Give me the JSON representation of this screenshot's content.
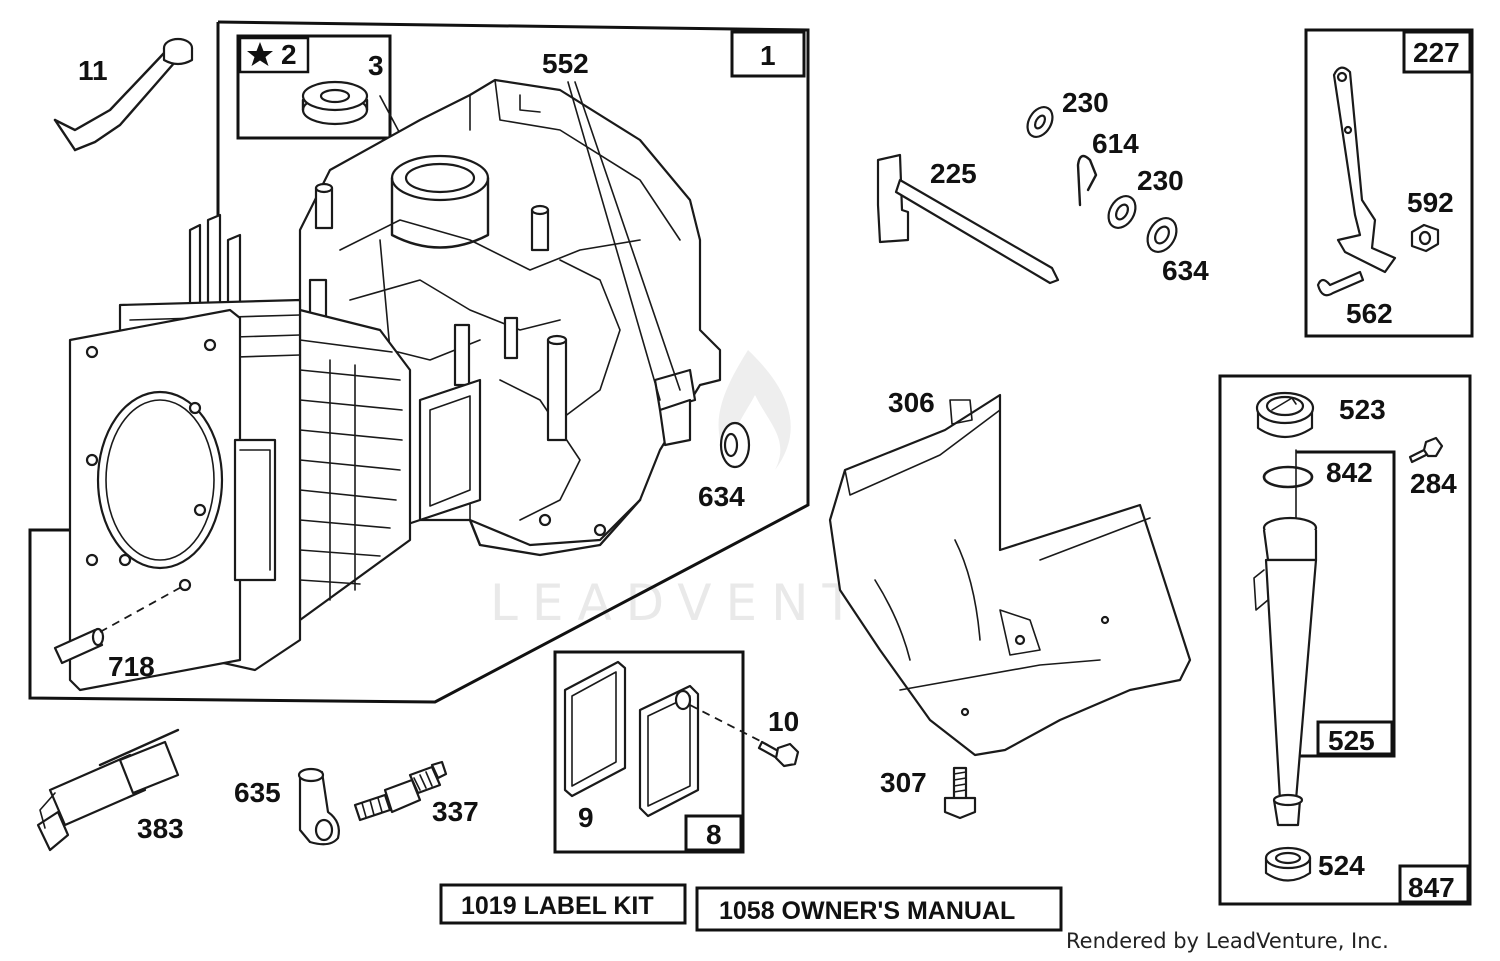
{
  "watermark": {
    "text": "LEADVENTURE"
  },
  "credit": {
    "text": "Rendered by LeadVenture, Inc."
  },
  "boxes": {
    "cylinder_assembly": "1",
    "gasket_set": "2",
    "lever_assembly": "227",
    "gasket_kit": "8",
    "dipstick_tube": "525",
    "dipstick_assembly": "847"
  },
  "kits": {
    "label_kit": "1019 LABEL KIT",
    "owners_manual": "1058 OWNER'S MANUAL"
  },
  "callouts": {
    "c11": "11",
    "c3": "3",
    "c552": "552",
    "c634a": "634",
    "c718": "718",
    "c230a": "230",
    "c614": "614",
    "c225": "225",
    "c230b": "230",
    "c634b": "634",
    "c592": "592",
    "c562": "562",
    "c306": "306",
    "c523": "523",
    "c842": "842",
    "c284": "284",
    "c9": "9",
    "c10": "10",
    "c383": "383",
    "c635": "635",
    "c337": "337",
    "c307": "307",
    "c524": "524"
  },
  "icons": {
    "star": "star-icon"
  }
}
